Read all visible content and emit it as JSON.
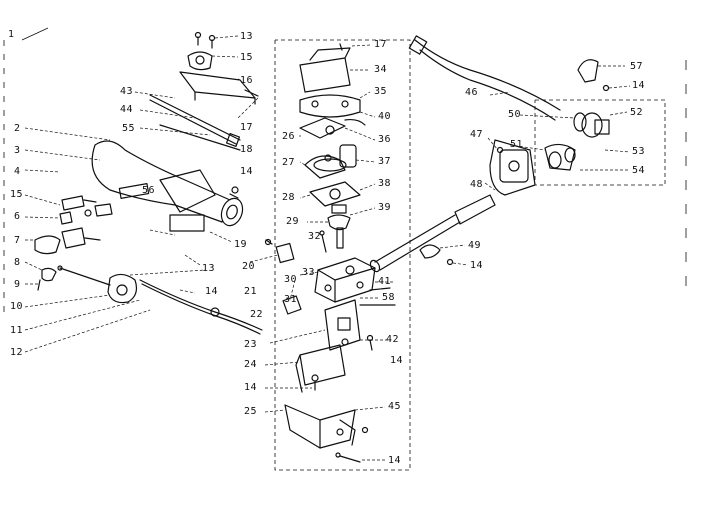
{
  "labels": [
    {
      "id": "p1",
      "text": "1"
    },
    {
      "id": "p2",
      "text": "2"
    },
    {
      "id": "p3",
      "text": "3"
    },
    {
      "id": "p4",
      "text": "4"
    },
    {
      "id": "p15a",
      "text": "15"
    },
    {
      "id": "p6",
      "text": "6"
    },
    {
      "id": "p7",
      "text": "7"
    },
    {
      "id": "p8",
      "text": "8"
    },
    {
      "id": "p9",
      "text": "9"
    },
    {
      "id": "p10",
      "text": "10"
    },
    {
      "id": "p11",
      "text": "11"
    },
    {
      "id": "p12",
      "text": "12"
    },
    {
      "id": "p13a",
      "text": "13"
    },
    {
      "id": "p15b",
      "text": "15"
    },
    {
      "id": "p16",
      "text": "16"
    },
    {
      "id": "p43",
      "text": "43"
    },
    {
      "id": "p44",
      "text": "44"
    },
    {
      "id": "p17a",
      "text": "17"
    },
    {
      "id": "p55",
      "text": "55"
    },
    {
      "id": "p18",
      "text": "18"
    },
    {
      "id": "p14a",
      "text": "14"
    },
    {
      "id": "p56",
      "text": "56"
    },
    {
      "id": "p19",
      "text": "19"
    },
    {
      "id": "p13b",
      "text": "13"
    },
    {
      "id": "p20",
      "text": "20"
    },
    {
      "id": "p21",
      "text": "21"
    },
    {
      "id": "p14b",
      "text": "14"
    },
    {
      "id": "p22",
      "text": "22"
    },
    {
      "id": "p23",
      "text": "23"
    },
    {
      "id": "p24",
      "text": "24"
    },
    {
      "id": "p14c",
      "text": "14"
    },
    {
      "id": "p25",
      "text": "25"
    },
    {
      "id": "p17b",
      "text": "17"
    },
    {
      "id": "p34",
      "text": "34"
    },
    {
      "id": "p35",
      "text": "35"
    },
    {
      "id": "p40",
      "text": "40"
    },
    {
      "id": "p26",
      "text": "26"
    },
    {
      "id": "p36",
      "text": "36"
    },
    {
      "id": "p27",
      "text": "27"
    },
    {
      "id": "p37",
      "text": "37"
    },
    {
      "id": "p28",
      "text": "28"
    },
    {
      "id": "p38",
      "text": "38"
    },
    {
      "id": "p29",
      "text": "29"
    },
    {
      "id": "p39",
      "text": "39"
    },
    {
      "id": "p32",
      "text": "32"
    },
    {
      "id": "p33",
      "text": "33"
    },
    {
      "id": "p30",
      "text": "30"
    },
    {
      "id": "p31",
      "text": "31"
    },
    {
      "id": "p41",
      "text": "41"
    },
    {
      "id": "p58",
      "text": "58"
    },
    {
      "id": "p42",
      "text": "42"
    },
    {
      "id": "p14d",
      "text": "14"
    },
    {
      "id": "p45",
      "text": "45"
    },
    {
      "id": "p14e",
      "text": "14"
    },
    {
      "id": "p46",
      "text": "46"
    },
    {
      "id": "p57",
      "text": "57"
    },
    {
      "id": "p14f",
      "text": "14"
    },
    {
      "id": "p47",
      "text": "47"
    },
    {
      "id": "p50",
      "text": "50"
    },
    {
      "id": "p52",
      "text": "52"
    },
    {
      "id": "p51",
      "text": "51"
    },
    {
      "id": "p53",
      "text": "53"
    },
    {
      "id": "p48",
      "text": "48"
    },
    {
      "id": "p54",
      "text": "54"
    },
    {
      "id": "p49",
      "text": "49"
    },
    {
      "id": "p14g",
      "text": "14"
    }
  ]
}
